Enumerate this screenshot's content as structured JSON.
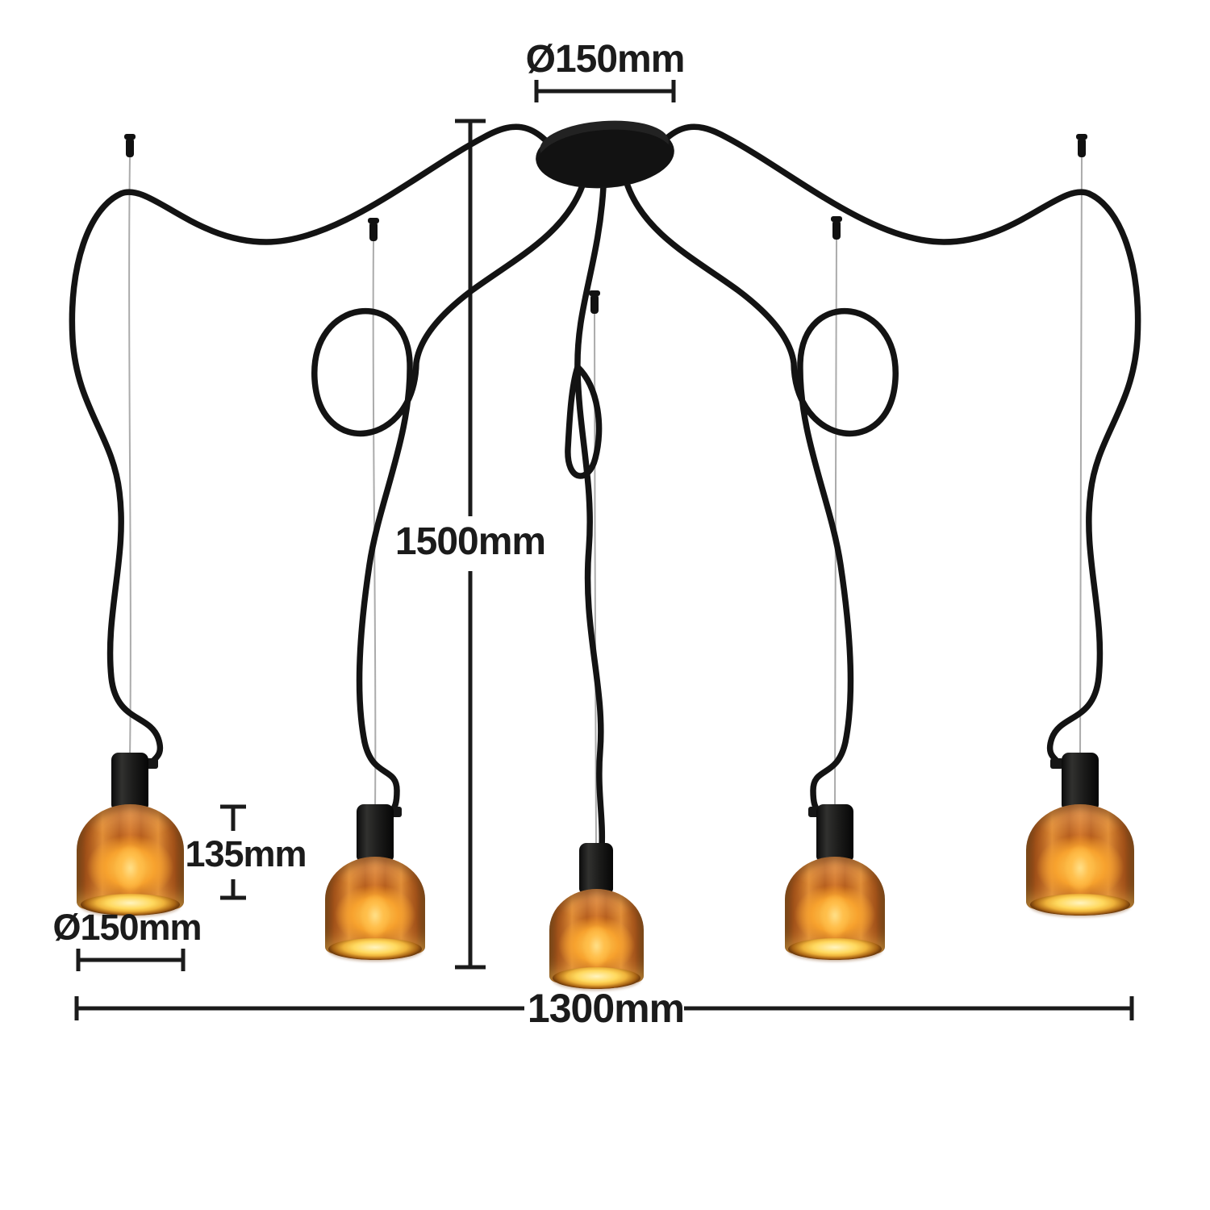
{
  "diagram": {
    "kind": "product-dimension-diagram",
    "product": "5-light spider pendant lamp with copper glass shades",
    "lamp_count": 5,
    "labels": {
      "canopy_diameter": "Ø150mm",
      "suspension_length": "1500mm",
      "shade_height": "135mm",
      "shade_diameter": "Ø150mm",
      "overall_width": "1300mm"
    },
    "colors": {
      "background": "#ffffff",
      "fixture_black": "#141414",
      "cable_black": "#131313",
      "wire_gray": "#ababab",
      "dimension_ink": "#1b1b1b",
      "shade_copper": "#b35a1a",
      "shade_glow_amber": "#ffbe4a",
      "rim_gold": "#ffd95e"
    }
  }
}
